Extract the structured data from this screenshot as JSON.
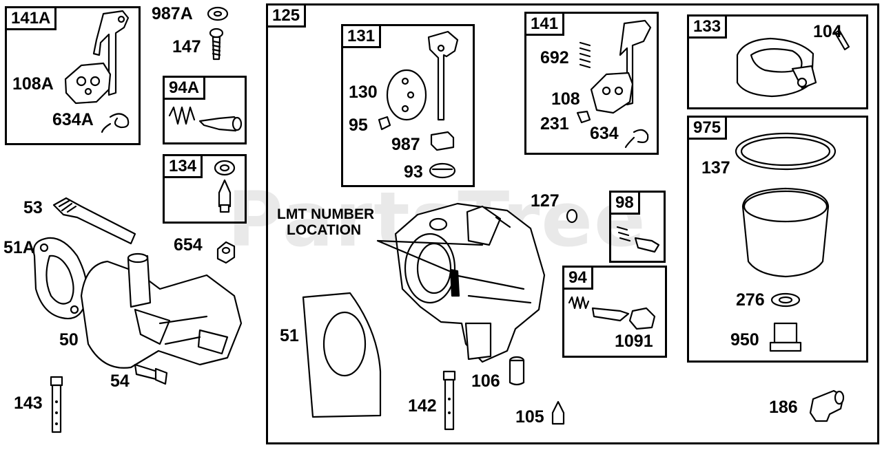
{
  "watermark": "PartsTree",
  "callout": {
    "line1": "LMT NUMBER",
    "line2": "LOCATION"
  },
  "boxes": {
    "b141A": "141A",
    "b94A": "94A",
    "b134": "134",
    "b125": "125",
    "b131": "131",
    "b141": "141",
    "b133": "133",
    "b975": "975",
    "b98": "98",
    "b94": "94"
  },
  "labels": {
    "l108A": "108A",
    "l634A": "634A",
    "l987A": "987A",
    "l147": "147",
    "l53": "53",
    "l51A": "51A",
    "l654": "654",
    "l50": "50",
    "l54": "54",
    "l143": "143",
    "l130": "130",
    "l95": "95",
    "l987": "987",
    "l93": "93",
    "l692": "692",
    "l108": "108",
    "l231": "231",
    "l634": "634",
    "l104": "104",
    "l137": "137",
    "l276": "276",
    "l950": "950",
    "l127": "127",
    "l1091": "1091",
    "l51": "51",
    "l142": "142",
    "l106": "106",
    "l105": "105",
    "l186": "186"
  }
}
